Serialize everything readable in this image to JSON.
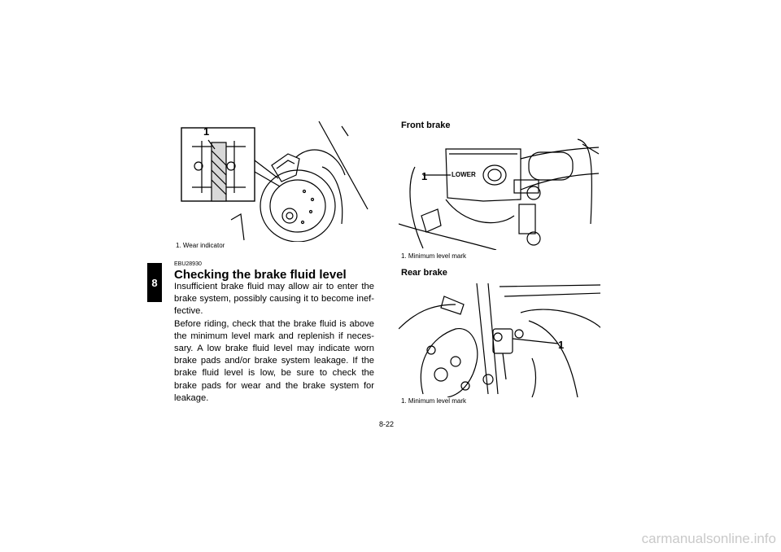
{
  "chapter_tab": "8",
  "figures": {
    "wear_indicator": {
      "callout": "1",
      "caption": "1. Wear indicator"
    },
    "front_brake": {
      "title": "Front brake",
      "label_text": "LOWER",
      "callout": "1",
      "caption": "1. Minimum level mark"
    },
    "rear_brake": {
      "title": "Rear brake",
      "callout": "1",
      "caption": "1. Minimum level mark"
    }
  },
  "section": {
    "code": "EBU28930",
    "heading": "Checking the brake fluid level",
    "paragraphs": [
      "Insufficient brake fluid may allow air to enter the brake system, possibly causing it to become inef-fective.",
      "Before riding, check that the brake fluid is above the minimum level mark and replenish if neces-sary. A low brake fluid level may indicate worn brake pads and/or brake system leakage. If the brake fluid level is low, be sure to check the brake pads for wear and the brake system for leakage."
    ]
  },
  "page_number": "8-22",
  "watermark": "carmanualsonline.info"
}
